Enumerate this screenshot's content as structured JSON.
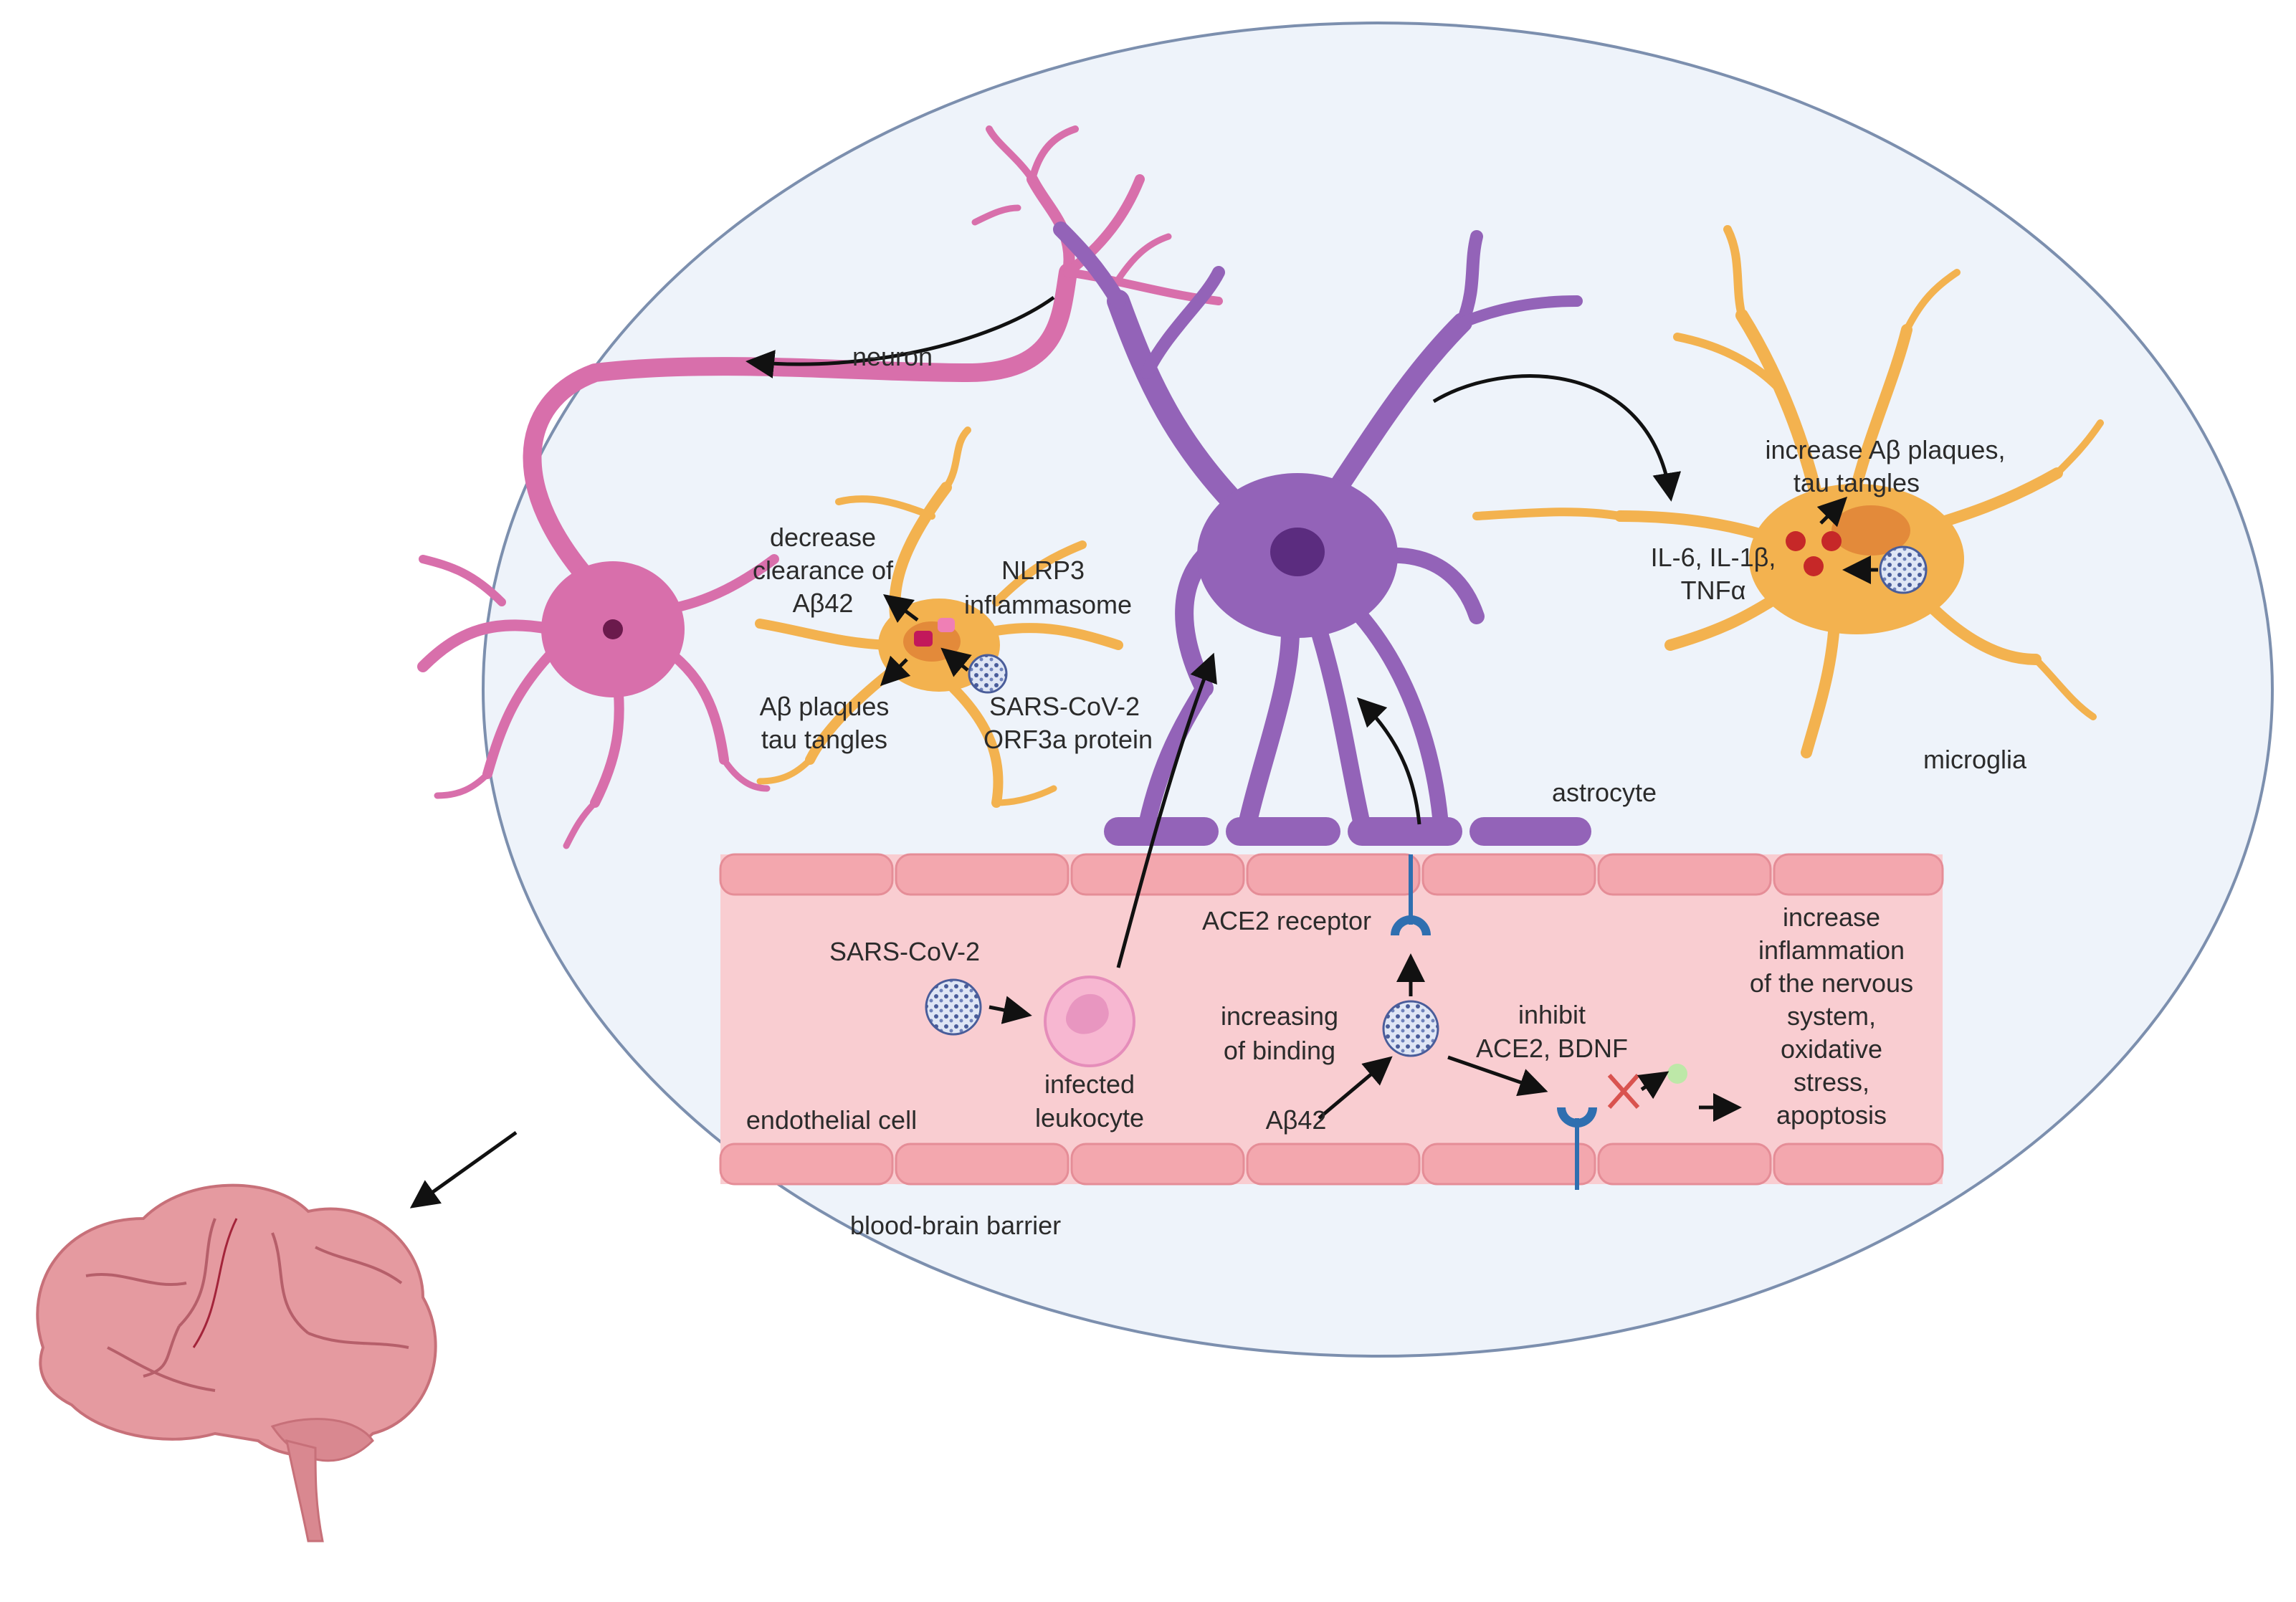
{
  "labels": {
    "neuron": "neuron",
    "astrocyte": "astrocyte",
    "microglia": "microglia",
    "decrease_clearance": [
      "decrease",
      "clearance of",
      "Aβ42"
    ],
    "nlrp3": [
      "NLRP3",
      "inflammasome"
    ],
    "abeta_tau_left": [
      "Aβ plaques",
      "tau tangles"
    ],
    "orf3a": [
      "SARS-CoV-2",
      "ORF3a protein"
    ],
    "increase_plaques": [
      "increase Aβ plaques,",
      "tau tangles"
    ],
    "cytokines": [
      "IL-6, IL-1β,",
      "TNFα"
    ],
    "sars_cov2": "SARS-CoV-2",
    "infected_leukocyte": [
      "infected",
      "leukocyte"
    ],
    "ace2_receptor": "ACE2 receptor",
    "increasing_binding": [
      "increasing",
      "of binding"
    ],
    "abeta42": "Aβ42",
    "inhibit": [
      "inhibit",
      "ACE2, BDNF"
    ],
    "outcome": [
      "increase",
      "inflammation",
      "of the nervous",
      "system,",
      "oxidative",
      "stress,",
      "apoptosis"
    ],
    "endothelial_cell": "endothelial cell",
    "bbb": "blood-brain barrier"
  },
  "colors": {
    "ellipse_fill": "#eef3fa",
    "ellipse_stroke": "#7c8fae",
    "vessel": "#f9cdd1",
    "vessel_cells": "#f3a7ae",
    "neuron": "#d86fab",
    "astrocyte": "#9363b8",
    "microglia": "#f3b24f",
    "virus": "#4a5d9a",
    "receptor": "#2f6fb0",
    "brain": "#e59aa0"
  }
}
